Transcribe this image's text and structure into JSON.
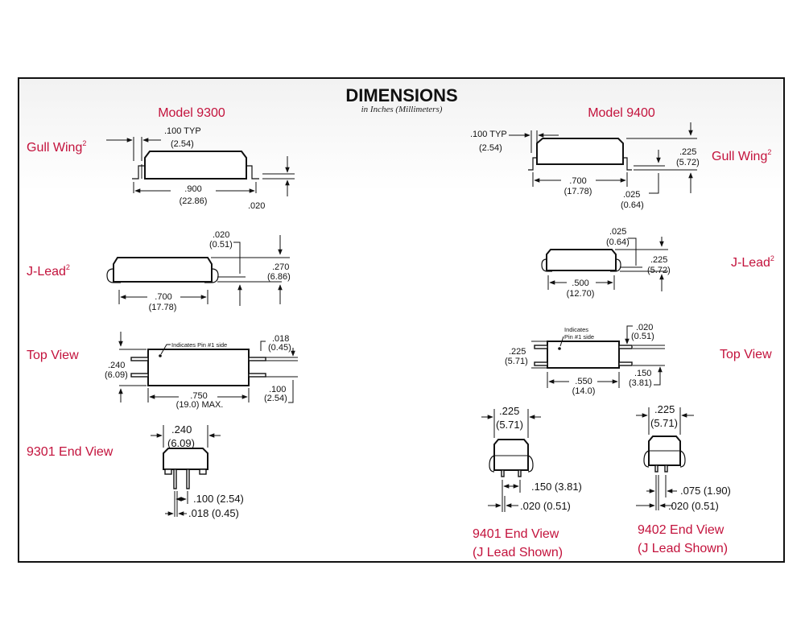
{
  "header": {
    "title": "DIMENSIONS",
    "subtitle": "in Inches (Millimeters)"
  },
  "models": {
    "left": "Model 9300",
    "right": "Model 9400"
  },
  "row_labels": {
    "gull_wing_left": "Gull Wing",
    "gull_wing_right": "Gull Wing",
    "j_lead_left": "J-Lead",
    "j_lead_right": "J-Lead",
    "top_view_left": "Top View",
    "top_view_right": "Top View",
    "superscript": "2"
  },
  "m9300": {
    "gull": {
      "typ": ".100  TYP",
      "typ_mm": "(2.54)",
      "len": ".900",
      "len_mm": "(22.86)",
      "lead": ".020"
    },
    "jlead": {
      "t": ".020",
      "t_mm": "(0.51)",
      "h": ".270",
      "h_mm": "(6.86)",
      "len": ".700",
      "len_mm": "(17.78)"
    },
    "top": {
      "note": "Indicates Pin #1 side",
      "w": ".240",
      "w_mm": "(6.09)",
      "len": ".750",
      "len_mm": "(19.0) MAX.",
      "pin": ".018",
      "pin_mm": "(0.45)",
      "pitch": ".100",
      "pitch_mm": "(2.54)"
    },
    "end": {
      "label": "9301 End View",
      "w": ".240",
      "w_mm": "(6.09)",
      "pitch": ".100 (2.54)",
      "pin": ".018 (0.45)"
    }
  },
  "m9400": {
    "gull": {
      "typ": ".100 TYP",
      "typ_mm": "(2.54)",
      "h": ".225",
      "h_mm": "(5.72)",
      "len": ".700",
      "len_mm": "(17.78)",
      "t": ".025",
      "t_mm": "(0.64)"
    },
    "jlead": {
      "t": ".025",
      "t_mm": "(0.64)",
      "h": ".225",
      "h_mm": "(5.72)",
      "len": ".500",
      "len_mm": "(12.70)"
    },
    "top": {
      "note1": "Indicates",
      "note2": "Pin #1 side",
      "w": ".225",
      "w_mm": "(5.71)",
      "len": ".550",
      "len_mm": "(14.0)",
      "pin": ".020",
      "pin_mm": "(0.51)",
      "pitch": ".150",
      "pitch_mm": "(3.81)"
    },
    "end1": {
      "label": "9401 End View",
      "label2": "(J Lead Shown)",
      "w": ".225",
      "w_mm": "(5.71)",
      "pitch": ".150 (3.81)",
      "pin": ".020 (0.51)"
    },
    "end2": {
      "label": "9402 End View",
      "label2": "(J Lead Shown)",
      "w": ".225",
      "w_mm": "(5.71)",
      "pitch": ".075 (1.90)",
      "pin": ".020 (0.51)"
    }
  }
}
